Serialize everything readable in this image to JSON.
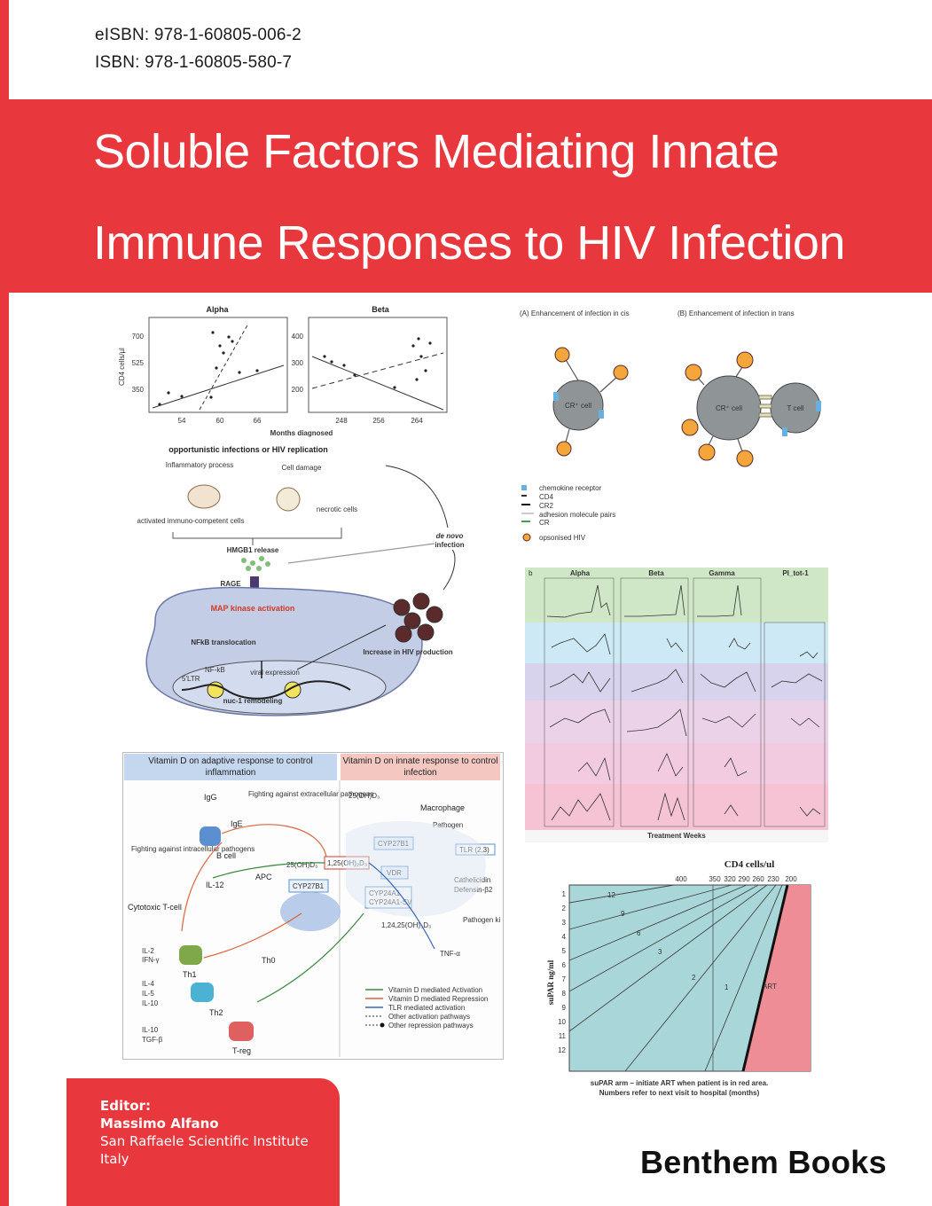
{
  "cover": {
    "eisbn": "eISBN: 978-1-60805-006-2",
    "isbn": "ISBN: 978-1-60805-580-7",
    "title_line1": "Soluble Factors Mediating Innate",
    "title_line2": "Immune Responses to HIV Infection",
    "editor_label": "Editor:",
    "editor_name": "Massimo Alfano",
    "editor_institute": "San Raffaele Scientific Institute",
    "editor_country": "Italy",
    "publisher": "Benthem Books",
    "brand_color": "#e8383d"
  },
  "scatter_figure": {
    "panels": [
      {
        "title": "Alpha",
        "y_ticks": [
          "700",
          "525",
          "350"
        ],
        "x_ticks": [
          "54",
          "60",
          "66"
        ]
      },
      {
        "title": "Beta",
        "y_ticks": [
          "400",
          "300",
          "200"
        ],
        "x_ticks": [
          "248",
          "256",
          "264"
        ]
      }
    ],
    "y_label": "CD4 cells/µl",
    "x_label": "Months diagnosed"
  },
  "pathway_figure": {
    "heading": "opportunistic infections or HIV replication",
    "inflammatory": "Inflammatory process",
    "cell_damage": "Cell damage",
    "activated": "activated immuno-competent cells",
    "necrotic": "necrotic cells",
    "hmgb1": "HMGB1 release",
    "rage": "RAGE",
    "map_kinase": "MAP kinase activation",
    "nfkb": "NFkB translocation",
    "nfkb_short": "NF-kB",
    "ltr": "5'LTR",
    "viral": "viral expression",
    "nuc": "nuc-1 remodeling",
    "de_novo": "de novo",
    "infection": "infection",
    "increase": "Increase in HIV production"
  },
  "cis_trans_figure": {
    "label_a": "(A) Enhancement of infection in cis",
    "label_b": "(B) Enhancement of infection in trans",
    "cr_cell": "CR⁺ cell",
    "t_cell": "T cell",
    "legend": [
      "chemokine receptor",
      "CD4",
      "CR2",
      "adhesion molecule pairs",
      "CR",
      "opsonised HIV"
    ]
  },
  "timeseries_figure": {
    "panel_letter": "b",
    "columns": [
      "Alpha",
      "Beta",
      "Gamma",
      "PI_tot-1"
    ],
    "x_label": "Treatment Weeks",
    "row_colors": [
      "#cfe7c6",
      "#cde9f5",
      "#d7d3ec",
      "#ecd2e8",
      "#f3cbe0",
      "#f6c3d4"
    ]
  },
  "vitamin_d_figure": {
    "header_left": "Vitamin D on adaptive response to control inflammation",
    "header_right": "Vitamin D on innate response to control infection",
    "labels": [
      "IgG",
      "Fighting against extracellular pathogens",
      "IgE",
      "B cell",
      "Fighting against intracellular pathogens",
      "IL-12",
      "Cytotoxic T-cell",
      "25(OH)D₃",
      "1,25(OH)₂D₃",
      "CYP27B1",
      "APC",
      "IL-2",
      "IFN-γ",
      "Th1",
      "Th0",
      "IL-4",
      "IL-5",
      "IL-10",
      "Th2",
      "TGF-β",
      "T-reg",
      "Macrophage",
      "Pathogen",
      "TLR (2,3)",
      "VDR",
      "Cathelicidin",
      "Defensin-β2",
      "CYP24A1",
      "CYP24A1-SV",
      "1,24,25(OH)₃D₃",
      "Pathogen killing",
      "TNF-α"
    ],
    "legend": [
      "Vitamin D mediated Activation",
      "Vitamin D mediated Repression",
      "TLR mediated activation",
      "Other activation pathways",
      "Other repression pathways"
    ]
  },
  "supar_figure": {
    "title": "CD4 cells/ul",
    "top_ticks": [
      "400",
      "350",
      "320",
      "290",
      "260",
      "230",
      "200"
    ],
    "y_label": "suPAR ng/ml",
    "y_ticks": [
      "1",
      "2",
      "3",
      "4",
      "5",
      "6",
      "7",
      "8",
      "9",
      "10",
      "11",
      "12"
    ],
    "zones": [
      "12",
      "9",
      "6",
      "3",
      "2",
      "1",
      "ART"
    ],
    "caption_line1": "suPAR arm – initiate ART when patient is in red area.",
    "caption_line2": "Numbers refer to next visit to hospital (months)",
    "colors": {
      "safe": "#a9d6d8",
      "art": "#ef8d96"
    }
  }
}
